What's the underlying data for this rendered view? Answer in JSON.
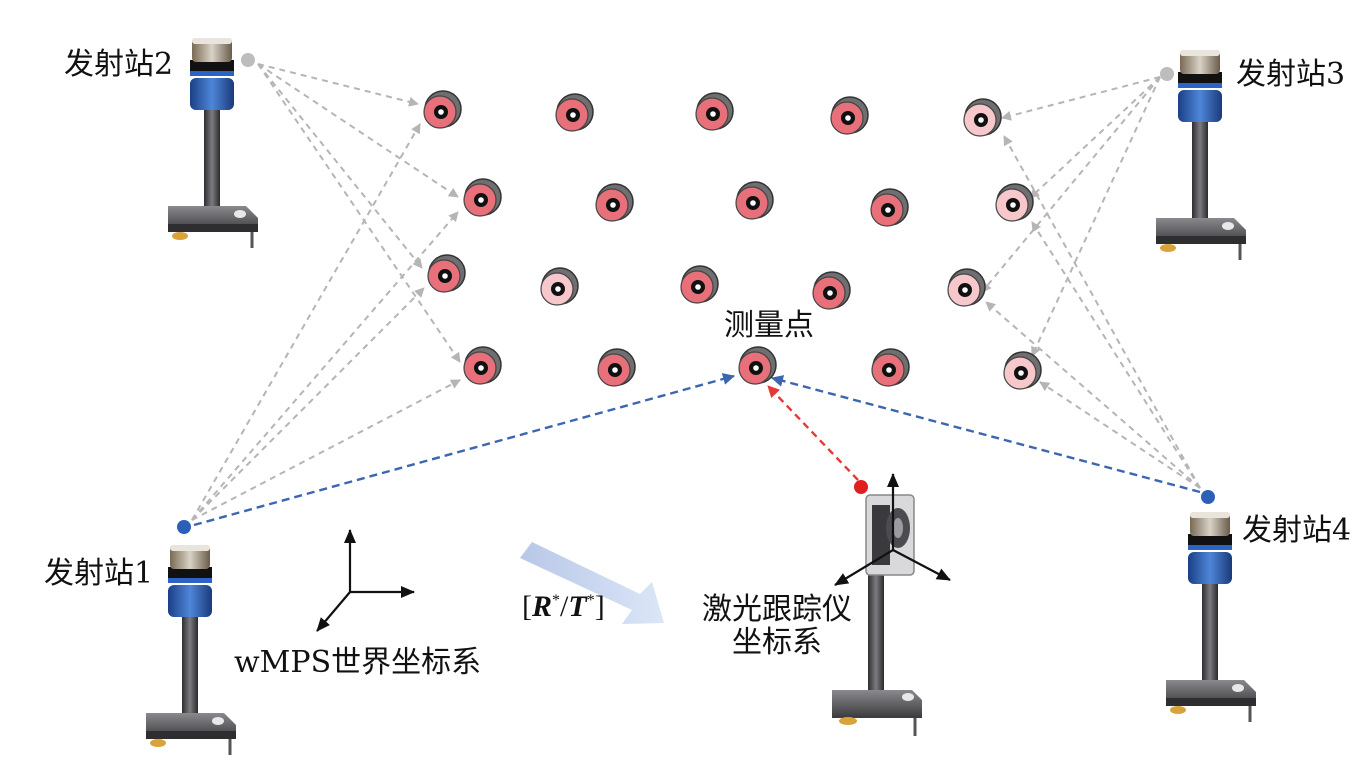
{
  "stations": [
    {
      "label": "发射站1"
    },
    {
      "label": "发射站2"
    },
    {
      "label": "发射站3"
    },
    {
      "label": "发射站4"
    }
  ],
  "labels": {
    "measurement_point": "测量点",
    "world_frame": "wMPS世界坐标系",
    "tracker_frame_line1": "激光跟踪仪",
    "tracker_frame_line2": "坐标系",
    "transform_r": "R",
    "transform_t": "T",
    "transform_star": "*"
  },
  "colors": {
    "target_red": "#e8707a",
    "target_pink": "#f6c7cb",
    "target_ring": "#6f6f72",
    "gray_arrow": "#b5b5b5",
    "blue_arrow": "#3d66b0",
    "red_arrow": "#e53935",
    "station_blue": "#2b5fb8",
    "laser_dot": "#e02020"
  },
  "icons": {
    "station": "wmps-transmitter-icon",
    "tracker": "laser-tracker-icon",
    "target": "spherical-target-icon"
  }
}
